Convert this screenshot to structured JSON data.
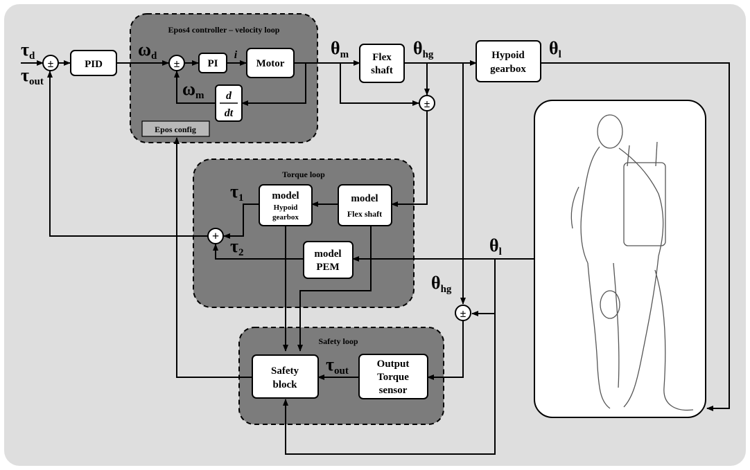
{
  "controller_group": {
    "title": "Epos4 controller – velocity loop",
    "config_label": "Epos config"
  },
  "torque_group": {
    "title": "Torque loop"
  },
  "safety_group": {
    "title": "Safety loop"
  },
  "blocks": {
    "pid": "PID",
    "pi": "PI",
    "motor": "Motor",
    "deriv_num": "d",
    "deriv_den": "dt",
    "flex_shaft": [
      "Flex",
      "shaft"
    ],
    "hypoid_gearbox": [
      "Hypoid",
      "gearbox"
    ],
    "model_hypoid": [
      "model",
      "Hypoid",
      "gearbox"
    ],
    "model_flex": [
      "model",
      "Flex shaft"
    ],
    "model_pem": [
      "model",
      "PEM"
    ],
    "safety_block": [
      "Safety",
      "block"
    ],
    "torque_sensor": [
      "Output",
      "Torque",
      "sensor"
    ]
  },
  "junctions": {
    "pm": "±",
    "plus": "+"
  },
  "signals": {
    "tau": "τ",
    "tau_d_sub": "d",
    "tau_out_sub": "out",
    "omega": "ω",
    "omega_d_sub": "d",
    "omega_m_sub": "m",
    "current": "i",
    "theta": "θ",
    "theta_m_sub": "m",
    "theta_hg_sub": "hg",
    "theta_l_sub": "l",
    "tau_1_sub": "1",
    "tau_2_sub": "2"
  },
  "colors": {
    "background_panel": "#dedede",
    "group_fill": "#7c7c7c",
    "block_fill": "#ffffff",
    "line": "#000000"
  }
}
